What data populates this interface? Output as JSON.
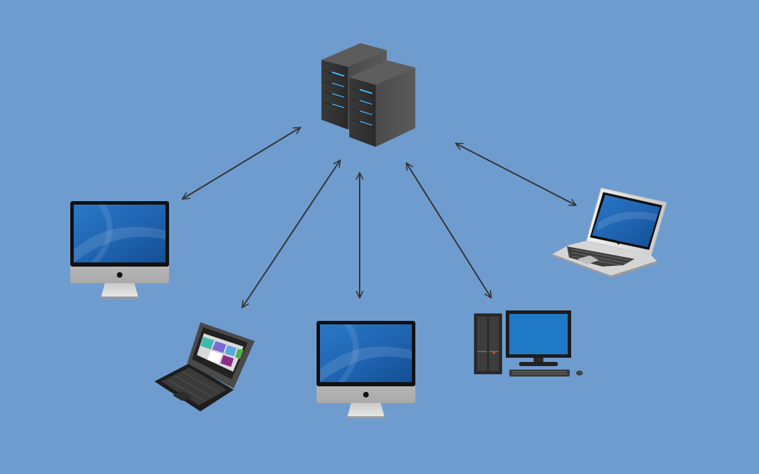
{
  "diagram": {
    "type": "network-topology",
    "background_color": "#6f9ccf",
    "arrow_color": "#333333",
    "hub": {
      "id": "server",
      "icon": "server-rack-icon"
    },
    "nodes": [
      {
        "id": "imac-left",
        "icon": "imac-icon"
      },
      {
        "id": "netbook",
        "icon": "netbook-laptop-icon"
      },
      {
        "id": "imac-center",
        "icon": "imac-icon"
      },
      {
        "id": "desktop-pc",
        "icon": "desktop-pc-icon"
      },
      {
        "id": "laptop-right",
        "icon": "laptop-icon"
      }
    ],
    "connections": [
      {
        "from": "server",
        "to": "imac-left",
        "direction": "bidirectional"
      },
      {
        "from": "server",
        "to": "netbook",
        "direction": "bidirectional"
      },
      {
        "from": "server",
        "to": "imac-center",
        "direction": "bidirectional"
      },
      {
        "from": "server",
        "to": "desktop-pc",
        "direction": "bidirectional"
      },
      {
        "from": "server",
        "to": "laptop-right",
        "direction": "bidirectional"
      }
    ]
  }
}
